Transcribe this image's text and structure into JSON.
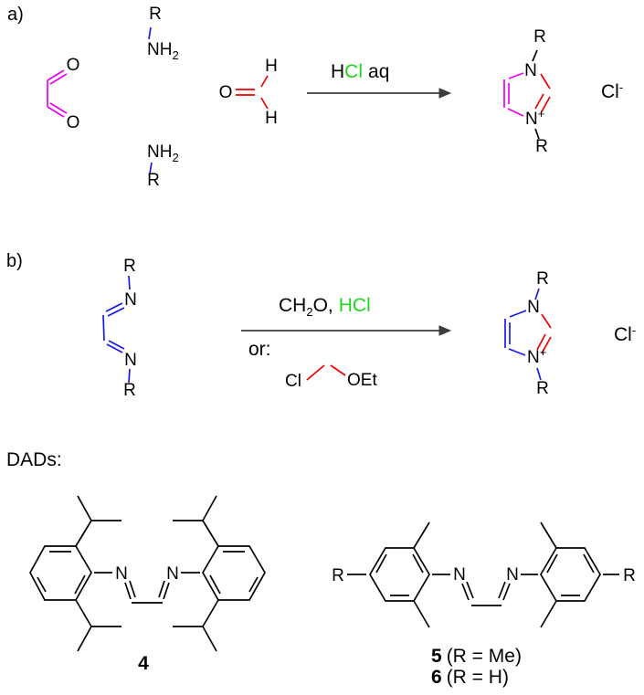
{
  "figure": {
    "section_a_label": "a)",
    "section_b_label": "b)",
    "dads_heading": "DADs:"
  },
  "colors": {
    "blue": "#1a1ae6",
    "magenta": "#f000f0",
    "red": "#ee0000",
    "green": "#21d421",
    "arrow": "#3d3d3d"
  },
  "atoms": {
    "r": "R",
    "n": "N",
    "o": "O",
    "h": "H",
    "cl": "Cl",
    "nh": "NH",
    "sub_two": "2",
    "plus": "+",
    "minus": "-"
  },
  "scheme_a": {
    "reagent_h": "H",
    "reagent_cl": "Cl",
    "reagent_aq": "aq"
  },
  "scheme_b": {
    "reagent_ch": "CH",
    "reagent_sub_two": "2",
    "reagent_o_comma": "O,",
    "reagent_hcl": "HCl",
    "or_label": "or:",
    "ether_cl": "Cl",
    "ether_oet": "OEt"
  },
  "compounds": {
    "four": "4",
    "five": "5",
    "five_def": "(R = Me)",
    "six": "6",
    "six_def": "(R = H)"
  }
}
